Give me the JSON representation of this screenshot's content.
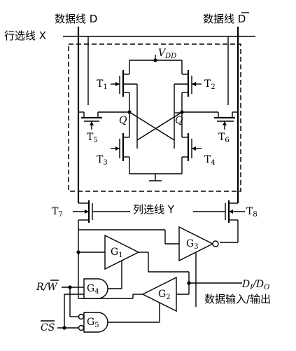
{
  "labels": {
    "data_line_d": "数据线 D",
    "data_line_d_bar": "数据线 D",
    "row_select": "行选线 X",
    "col_select": "列选线 Y",
    "vdd": "V",
    "vdd_sub": "DD",
    "q": "Q",
    "q_bar": "Q",
    "rw": "R/W",
    "cs": "CS",
    "dio": "D",
    "dio_sub_i": "I",
    "dio_slash": "/D",
    "dio_sub_o": "O",
    "data_io": "数据输入/输出"
  },
  "transistors": {
    "t1": "T",
    "t1_sub": "1",
    "t2": "T",
    "t2_sub": "2",
    "t3": "T",
    "t3_sub": "3",
    "t4": "T",
    "t4_sub": "4",
    "t5": "T",
    "t5_sub": "5",
    "t6": "T",
    "t6_sub": "6",
    "t7": "T",
    "t7_sub": "7",
    "t8": "T",
    "t8_sub": "8"
  },
  "gates": {
    "g1": "G",
    "g1_sub": "1",
    "g2": "G",
    "g2_sub": "2",
    "g3": "G",
    "g3_sub": "3",
    "g4": "G",
    "g4_sub": "4",
    "g5": "G",
    "g5_sub": "5"
  }
}
